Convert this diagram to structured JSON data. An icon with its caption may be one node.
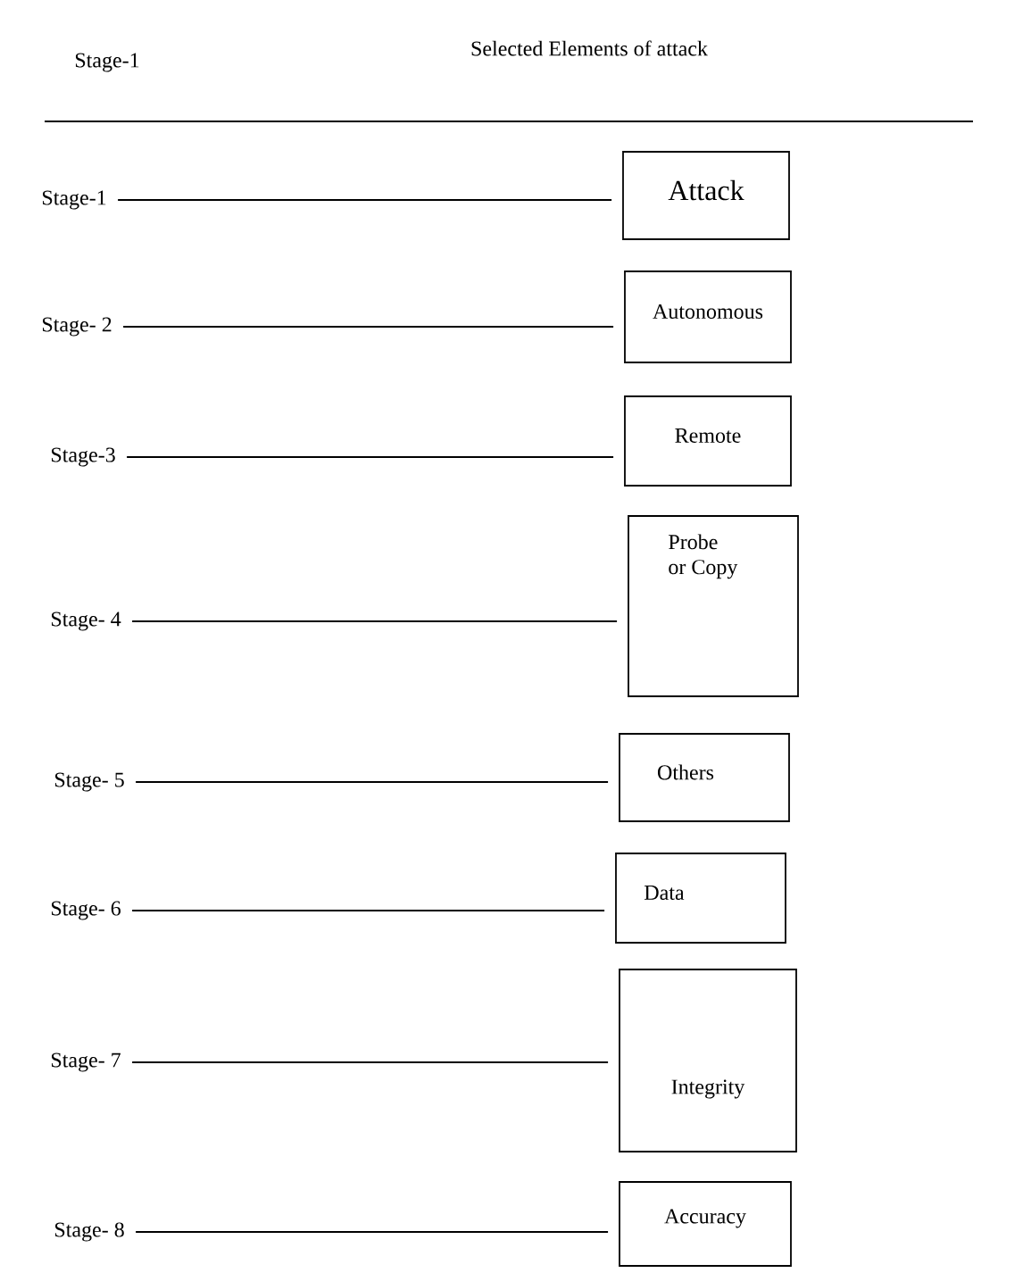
{
  "diagram": {
    "title": "Selected Elements of attack",
    "nodes": [
      {
        "text": [
          "Stage-1"
        ]
      },
      {
        "text": [
          "Attack"
        ]
      },
      {
        "text": [
          "Stage- 2"
        ]
      },
      {
        "text": [
          "Autonomous"
        ]
      },
      {
        "text": [
          "Stage-3"
        ]
      },
      {
        "text": [
          "Remote"
        ]
      },
      {
        "text": [
          "Stage- 4"
        ]
      },
      {
        "text": [
          "Probe or Copy"
        ]
      },
      {
        "text": [
          "Stage- 5"
        ]
      },
      {
        "text": [
          "Others"
        ]
      },
      {
        "text": [
          "Stage- 6"
        ]
      },
      {
        "text": [
          "Data"
        ]
      },
      {
        "text": [
          "Stage- 7"
        ]
      },
      {
        "text": [
          "Integrity"
        ]
      },
      {
        "text": [
          "Stage- 8"
        ]
      },
      {
        "text": [
          "Accuracy"
        ]
      }
    ],
    "edges": [
      {
        "from": 0,
        "to": 1,
        "arrow": "none"
      },
      {
        "from": 2,
        "to": 3,
        "arrow": "none"
      },
      {
        "from": 4,
        "to": 5,
        "arrow": "none"
      },
      {
        "from": 6,
        "to": 7,
        "arrow": "none"
      },
      {
        "from": 8,
        "to": 9,
        "arrow": "none"
      },
      {
        "from": 10,
        "to": 11,
        "arrow": "none"
      },
      {
        "from": 12,
        "to": 13,
        "arrow": "none"
      },
      {
        "from": 14,
        "to": 15,
        "arrow": "none"
      }
    ],
    "labels": [
      "Stage-1"
    ]
  }
}
